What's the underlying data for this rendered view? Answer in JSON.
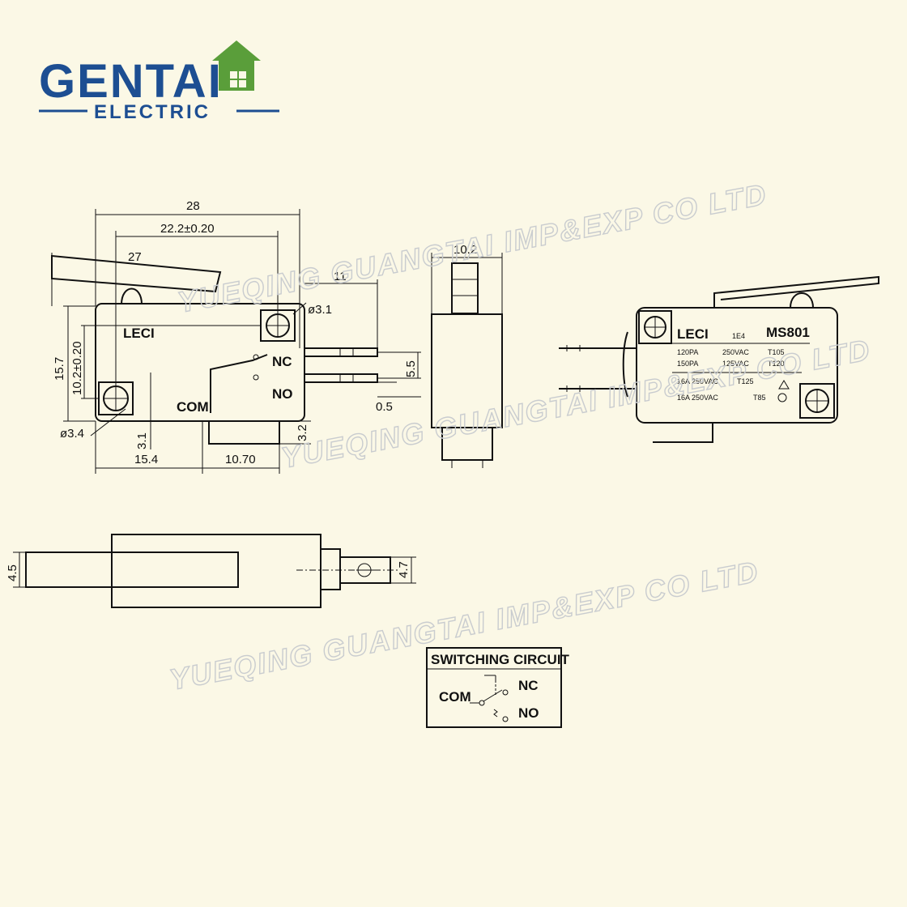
{
  "logo": {
    "brand": "GENTAI",
    "tagline": "ELECTRIC",
    "color": "#1d4e92",
    "accent": "#5a9e3a"
  },
  "watermark": "YUEQING GUANGTAI IMP&EXP CO LTD",
  "front_view": {
    "dims": {
      "overall_length": "28",
      "hole_spacing": "22.2±0.20",
      "lever_length": "27",
      "terminal_length": "11",
      "hole_dia_top": "ø3.1",
      "hole_dia_bottom": "ø3.4",
      "height": "15.7",
      "hole_height": "10.2±0.20",
      "terminal_spacing": "5.5",
      "terminal_thickness": "0.5",
      "offset": "3.1",
      "com_offset": "3.2",
      "left_span": "15.4",
      "right_span": "10.70"
    },
    "body_text": "LECI",
    "terminals": {
      "nc": "NC",
      "no": "NO",
      "com": "COM"
    }
  },
  "side_view": {
    "width": "10.2"
  },
  "back_view": {
    "brand": "LECI",
    "code": "1E4",
    "model": "MS801",
    "ratings": [
      [
        "120PA",
        "250VAC",
        "T105"
      ],
      [
        "150PA",
        "125VAC",
        "T120"
      ],
      [
        "16A 250VAC",
        "T125",
        ""
      ],
      [
        "16A 250VAC",
        "T85",
        ""
      ]
    ]
  },
  "top_view": {
    "dims": {
      "thickness": "4.5",
      "terminal_width": "4.7"
    }
  },
  "circuit": {
    "title": "SWITCHING CIRCUIT",
    "com": "COM",
    "nc": "NC",
    "no": "NO"
  }
}
